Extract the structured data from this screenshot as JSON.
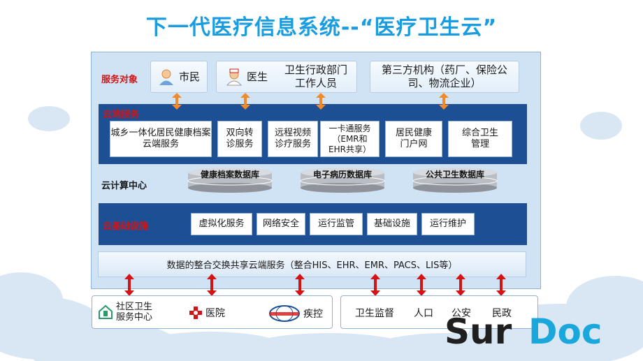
{
  "title": "下一代医疗信息系统--“医疗卫生云”",
  "rows": {
    "service_objects": "服务对象",
    "cloud_services": "云端服务",
    "cloud_center": "云计算中心",
    "cloud_infra": "云基础设施"
  },
  "service_objects": {
    "citizen": "市民",
    "doctor": "医生",
    "health_admin": "卫生行政部门工作人员",
    "third_party": "第三方机构（药厂、保险公司、物流企业）"
  },
  "cloud_services": [
    "城乡一体化居民健康档案云端服务",
    "双向转诊服务",
    "远程视频诊疗服务",
    "一卡通服务（EMR和EHR共享）",
    "居民健康门户网",
    "综合卫生管理"
  ],
  "databases": [
    "健康档案数据库",
    "电子病历数据库",
    "公共卫生数据库"
  ],
  "infrastructure": [
    "虚拟化服务",
    "网络安全",
    "运行监管",
    "基础设施",
    "运行维护"
  ],
  "exchange_bar": "数据的整合交换共享云端服务（整合HIS、EHR、EMR、PACS、LIS等）",
  "institutions": {
    "community": "社区卫生服务中心",
    "hospital": "医院",
    "cdc": "疾控"
  },
  "government": [
    "卫生监督",
    "人口",
    "公安",
    "民政"
  ],
  "logo_text": "SurDoc",
  "colors": {
    "title": "#1a9de0",
    "dark_band": "#1c4f94",
    "arrow": "#f08a2a",
    "arrow_red": "#d41414"
  }
}
